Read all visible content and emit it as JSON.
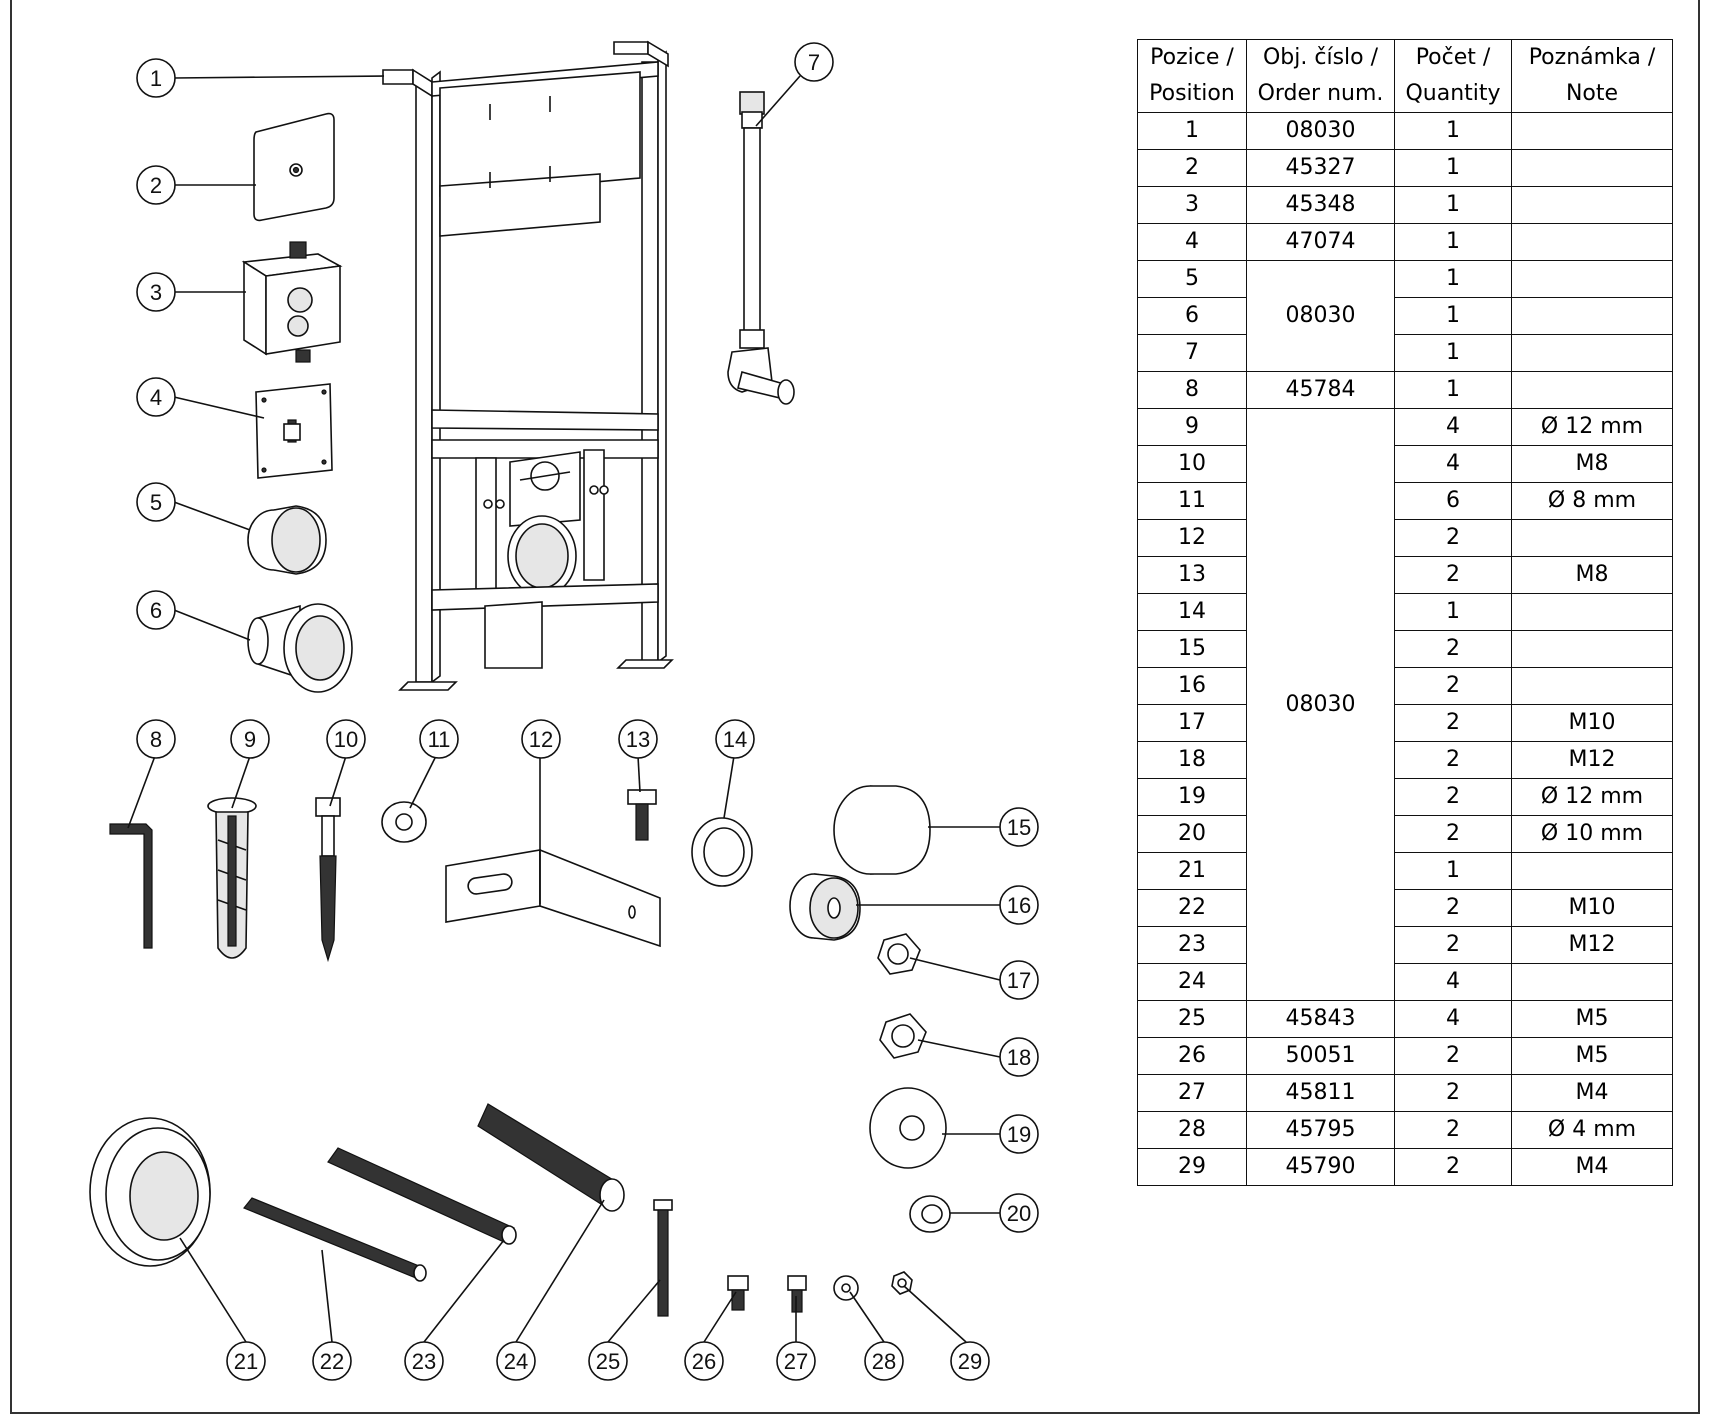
{
  "table": {
    "headers": [
      {
        "line1": "Pozice /",
        "line2": "Position"
      },
      {
        "line1": "Obj. číslo /",
        "line2": "Order num."
      },
      {
        "line1": "Počet /",
        "line2": "Quantity"
      },
      {
        "line1": "Poznámka /",
        "line2": "Note"
      }
    ],
    "rows": [
      {
        "pos": "1",
        "order": "08030",
        "qty": "1",
        "note": ""
      },
      {
        "pos": "2",
        "order": "45327",
        "qty": "1",
        "note": ""
      },
      {
        "pos": "3",
        "order": "45348",
        "qty": "1",
        "note": ""
      },
      {
        "pos": "4",
        "order": "47074",
        "qty": "1",
        "note": ""
      },
      {
        "pos": "5",
        "order": "08030",
        "qty": "1",
        "note": ""
      },
      {
        "pos": "6",
        "order": "08030",
        "qty": "1",
        "note": ""
      },
      {
        "pos": "7",
        "order": "08030",
        "qty": "1",
        "note": ""
      },
      {
        "pos": "8",
        "order": "45784",
        "qty": "1",
        "note": ""
      },
      {
        "pos": "9",
        "order": "08030",
        "qty": "4",
        "note": "Ø 12 mm"
      },
      {
        "pos": "10",
        "order": "08030",
        "qty": "4",
        "note": "M8"
      },
      {
        "pos": "11",
        "order": "08030",
        "qty": "6",
        "note": "Ø 8 mm"
      },
      {
        "pos": "12",
        "order": "08030",
        "qty": "2",
        "note": ""
      },
      {
        "pos": "13",
        "order": "08030",
        "qty": "2",
        "note": "M8"
      },
      {
        "pos": "14",
        "order": "08030",
        "qty": "1",
        "note": ""
      },
      {
        "pos": "15",
        "order": "08030",
        "qty": "2",
        "note": ""
      },
      {
        "pos": "16",
        "order": "08030",
        "qty": "2",
        "note": ""
      },
      {
        "pos": "17",
        "order": "08030",
        "qty": "2",
        "note": "M10"
      },
      {
        "pos": "18",
        "order": "08030",
        "qty": "2",
        "note": "M12"
      },
      {
        "pos": "19",
        "order": "08030",
        "qty": "2",
        "note": "Ø 12 mm"
      },
      {
        "pos": "20",
        "order": "08030",
        "qty": "2",
        "note": "Ø 10 mm"
      },
      {
        "pos": "21",
        "order": "08030",
        "qty": "1",
        "note": ""
      },
      {
        "pos": "22",
        "order": "08030",
        "qty": "2",
        "note": "M10"
      },
      {
        "pos": "23",
        "order": "08030",
        "qty": "2",
        "note": "M12"
      },
      {
        "pos": "24",
        "order": "08030",
        "qty": "4",
        "note": ""
      },
      {
        "pos": "25",
        "order": "45843",
        "qty": "4",
        "note": "M5"
      },
      {
        "pos": "26",
        "order": "50051",
        "qty": "2",
        "note": "M5"
      },
      {
        "pos": "27",
        "order": "45811",
        "qty": "2",
        "note": "M4"
      },
      {
        "pos": "28",
        "order": "45795",
        "qty": "2",
        "note": "Ø 4 mm"
      },
      {
        "pos": "29",
        "order": "45790",
        "qty": "2",
        "note": "M4"
      }
    ]
  },
  "callouts": [
    "1",
    "2",
    "3",
    "4",
    "5",
    "6",
    "7",
    "8",
    "9",
    "10",
    "11",
    "12",
    "13",
    "14",
    "15",
    "16",
    "17",
    "18",
    "19",
    "20",
    "21",
    "22",
    "23",
    "24",
    "25",
    "26",
    "27",
    "28",
    "29"
  ]
}
